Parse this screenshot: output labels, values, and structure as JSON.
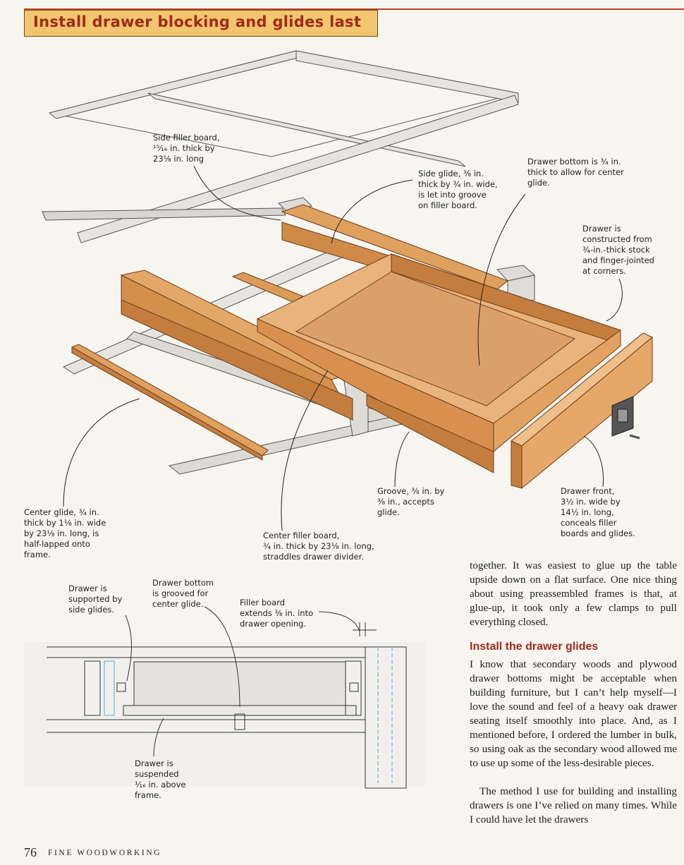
{
  "headline": "Install drawer blocking and glides last",
  "labels": {
    "side_filler": "Side filler board,\n¹⁵⁄₁₆ in. thick by\n23⅛ in. long",
    "side_glide": "Side glide, ⅜ in.\nthick by ¾ in. wide,\nis let into groove\non filler board.",
    "drawer_bottom": "Drawer bottom is ¾ in.\nthick to allow for center\nglide.",
    "drawer_constructed": "Drawer is\nconstructed from\n¾-in.-thick stock\nand finger-jointed\nat corners.",
    "groove": "Groove, ⅜ in. by\n⅜ in., accepts\nglide.",
    "drawer_front": "Drawer front,\n3½ in. wide by\n14½ in. long,\nconceals filler\nboards and glides.",
    "center_glide": "Center glide, ¾ in.\nthick by 1⅛ in. wide\nby 23⅛ in. long, is\nhalf-lapped onto\nframe.",
    "center_filler": "Center filler board,\n¾ in. thick by 23⅛ in. long,\nstraddles drawer divider.",
    "drawer_supported": "Drawer is\nsupported by\nside glides.",
    "drawer_bottom_grooved": "Drawer bottom\nis grooved for\ncenter glide.",
    "filler_extends": "Filler board\nextends ⅜ in. into\ndrawer opening.",
    "drawer_suspended": "Drawer is\nsuspended\n¹⁄₁₆ in. above\nframe."
  },
  "body": {
    "para1": "together. It was easiest to glue up the table upside down on a flat surface. One nice thing about using preassembled frames is that, at glue-up, it took only a few clamps to pull everything closed.",
    "subhead": "Install the drawer glides",
    "para2": "I know that secondary woods and plywood drawer bottoms might be acceptable when building furniture, but I can’t help myself—I love the sound and feel of a heavy oak drawer seating itself smoothly into place. And, as I mentioned before, I ordered the lumber in bulk, so using oak as the secondary wood allowed me to use up some of the less-desirable pieces.",
    "para3": "The method I use for building and installing drawers is one I’ve relied on many times. While I could have let the drawers"
  },
  "footer": {
    "page_number": "76",
    "magazine": "FINE WOODWORKING"
  },
  "colors": {
    "accent_red": "#a02a1a",
    "headline_bg": "#f2c66e",
    "wood": "#d9904f"
  }
}
